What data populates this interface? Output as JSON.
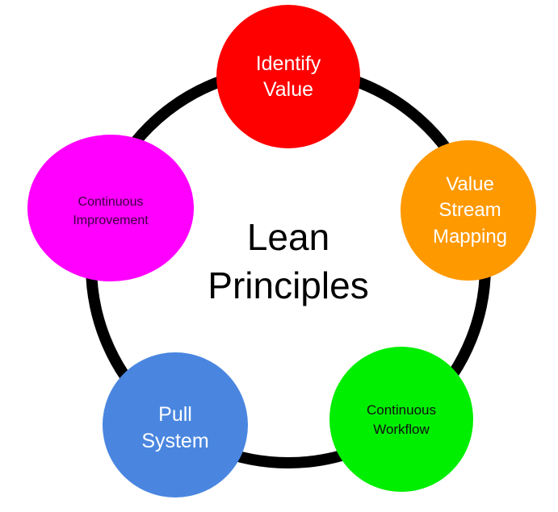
{
  "title": {
    "lines": [
      "Lean",
      "Principles"
    ],
    "color": "#000000"
  },
  "ring": {
    "color": "#000000"
  },
  "nodes": [
    {
      "id": "identify-value",
      "lines": [
        "Identify",
        "Value"
      ],
      "fill": "#ff0000",
      "text_color": "#ffffff"
    },
    {
      "id": "value-stream-mapping",
      "lines": [
        "Value",
        "Stream",
        "Mapping"
      ],
      "fill": "#ff9900",
      "text_color": "#ffffff"
    },
    {
      "id": "continuous-workflow",
      "lines": [
        "Continuous",
        "Workflow"
      ],
      "fill": "#00ee00",
      "text_color": "#111111"
    },
    {
      "id": "pull-system",
      "lines": [
        "Pull",
        "System"
      ],
      "fill": "#4a86e0",
      "text_color": "#ffffff"
    },
    {
      "id": "continuous-improvement",
      "lines": [
        "Continuous",
        "Improvement"
      ],
      "fill": "#ff00ff",
      "text_color": "#3a0040"
    }
  ]
}
